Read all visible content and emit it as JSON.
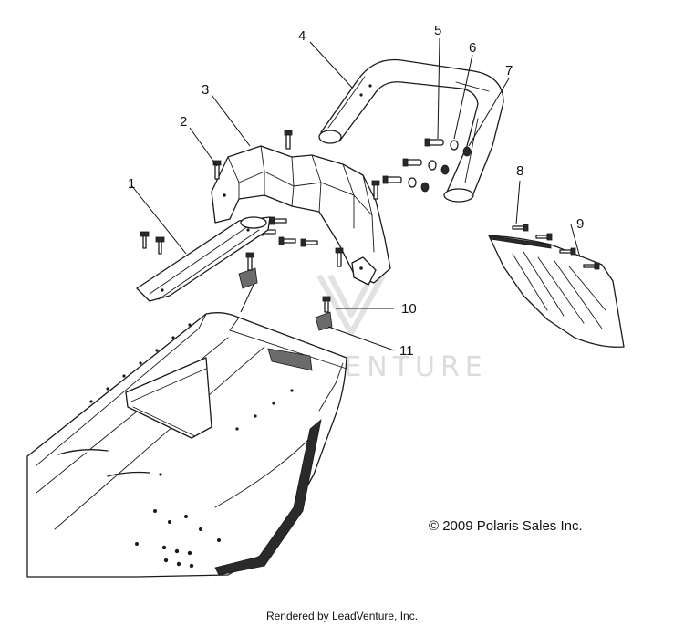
{
  "callouts": {
    "c1": "1",
    "c2": "2",
    "c3": "3",
    "c4": "4",
    "c5": "5",
    "c6": "6",
    "c7": "7",
    "c8": "8",
    "c9": "9",
    "c10": "10",
    "c11": "11"
  },
  "watermark": {
    "text": "LEADVENTURE"
  },
  "copyright": "© 2009 Polaris Sales Inc.",
  "footer": "Rendered by LeadVenture, Inc."
}
